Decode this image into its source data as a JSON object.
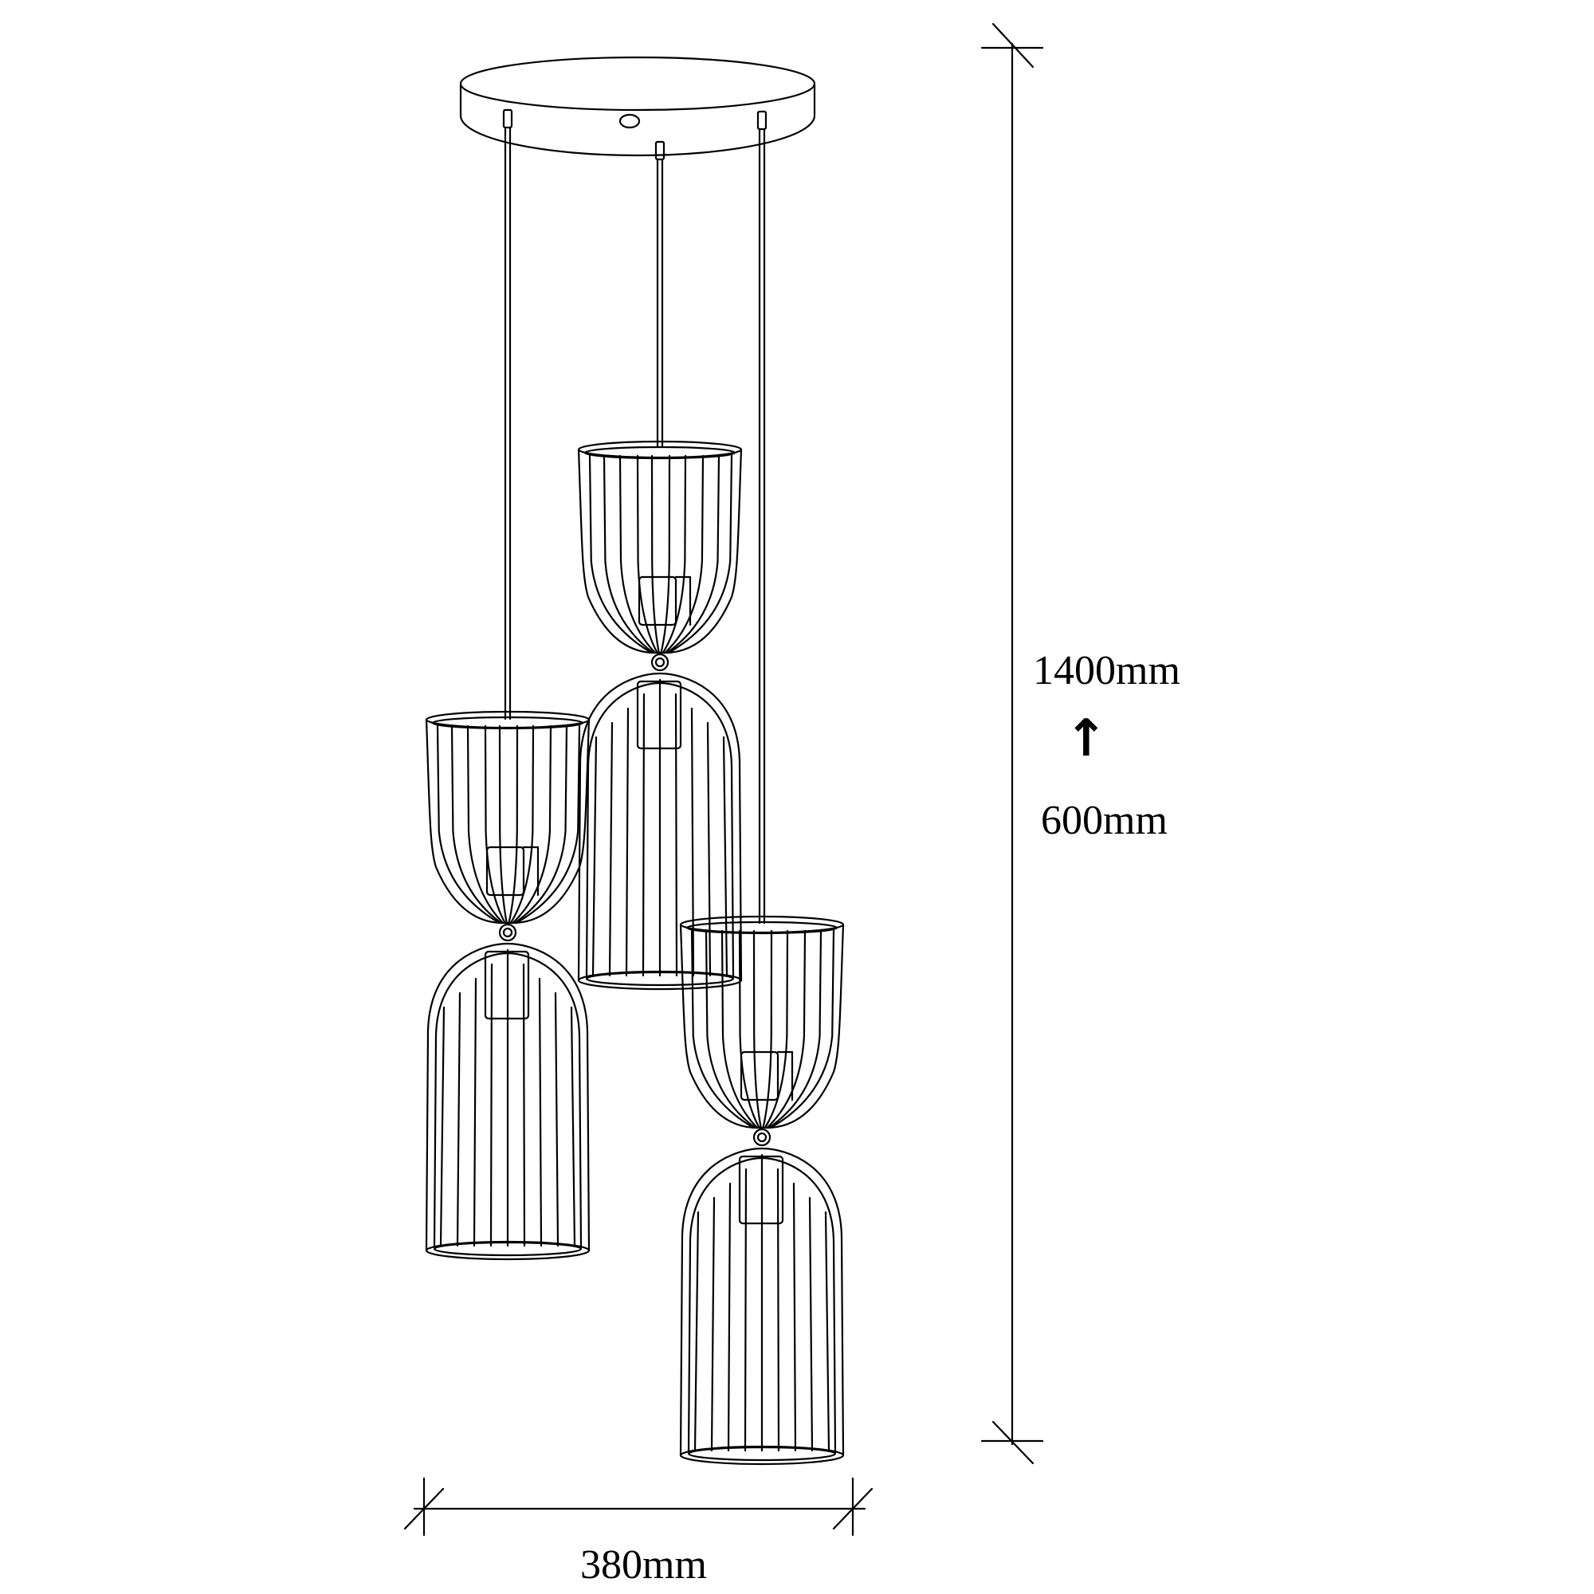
{
  "dimensions": {
    "height_max": "1400mm",
    "height_min": "600mm",
    "width": "380mm",
    "adjust_arrow_icon": "arrow-up-icon"
  },
  "colors": {
    "line": "#000000",
    "background": "#ffffff"
  }
}
